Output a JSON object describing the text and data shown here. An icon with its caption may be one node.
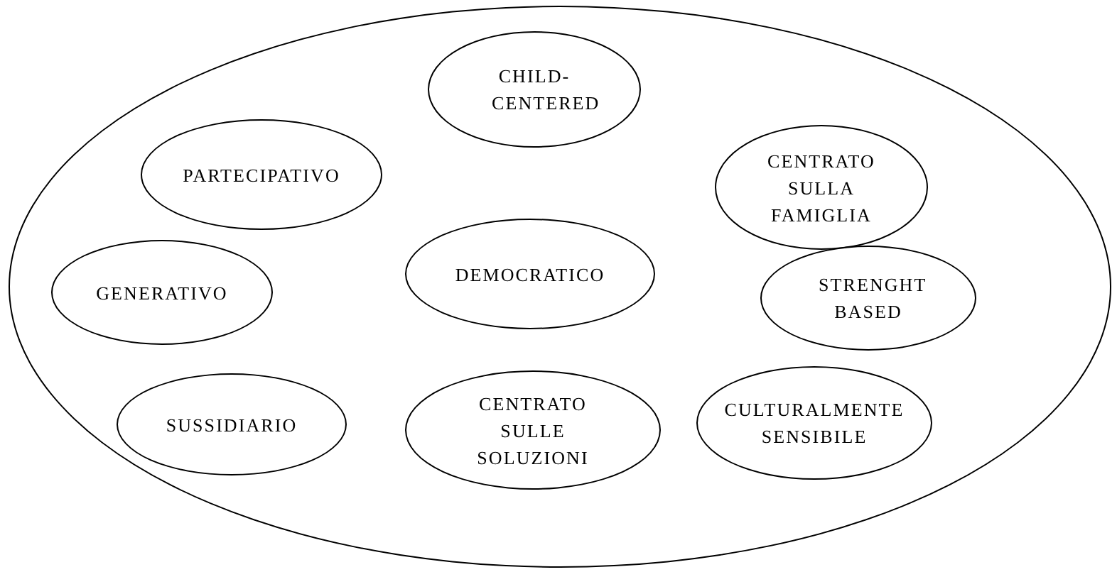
{
  "diagram": {
    "nodes": [
      {
        "text": [],
        "shape": "ellipse"
      },
      {
        "text": [
          "CHILD- CENTERED"
        ],
        "in": 0
      },
      {
        "text": [
          "PARTECIPATIVO"
        ],
        "in": 0
      },
      {
        "text": [
          "CENTRATO SULLA FAMIGLIA"
        ],
        "in": 0
      },
      {
        "text": [
          "GENERATIVO"
        ],
        "in": 0
      },
      {
        "text": [
          "DEMOCRATICO"
        ],
        "in": 0
      },
      {
        "text": [
          "STRENGHT BASED"
        ],
        "in": 0
      },
      {
        "text": [
          "SUSSIDIARIO"
        ],
        "in": 0
      },
      {
        "text": [
          "CENTRATO SULLE SOLUZIONI"
        ],
        "in": 0
      },
      {
        "text": [
          "CULTURALMENTE SENSIBILE"
        ],
        "in": 0
      }
    ]
  }
}
